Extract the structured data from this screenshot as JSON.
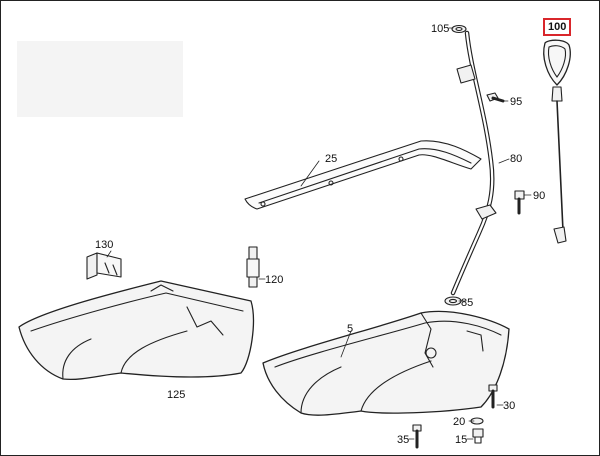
{
  "diagram": {
    "highlighted_part": "100",
    "callouts": {
      "p100": "100",
      "p105": "105",
      "p95": "95",
      "p80": "80",
      "p90": "90",
      "p25": "25",
      "p130": "130",
      "p120": "120",
      "p85": "85",
      "p5": "5",
      "p125": "125",
      "p30": "30",
      "p20": "20",
      "p35": "35",
      "p15": "15"
    }
  },
  "colors": {
    "highlight_border": "#d9262b",
    "line_art": "#222222",
    "part_fill": "#f1f1f1"
  }
}
